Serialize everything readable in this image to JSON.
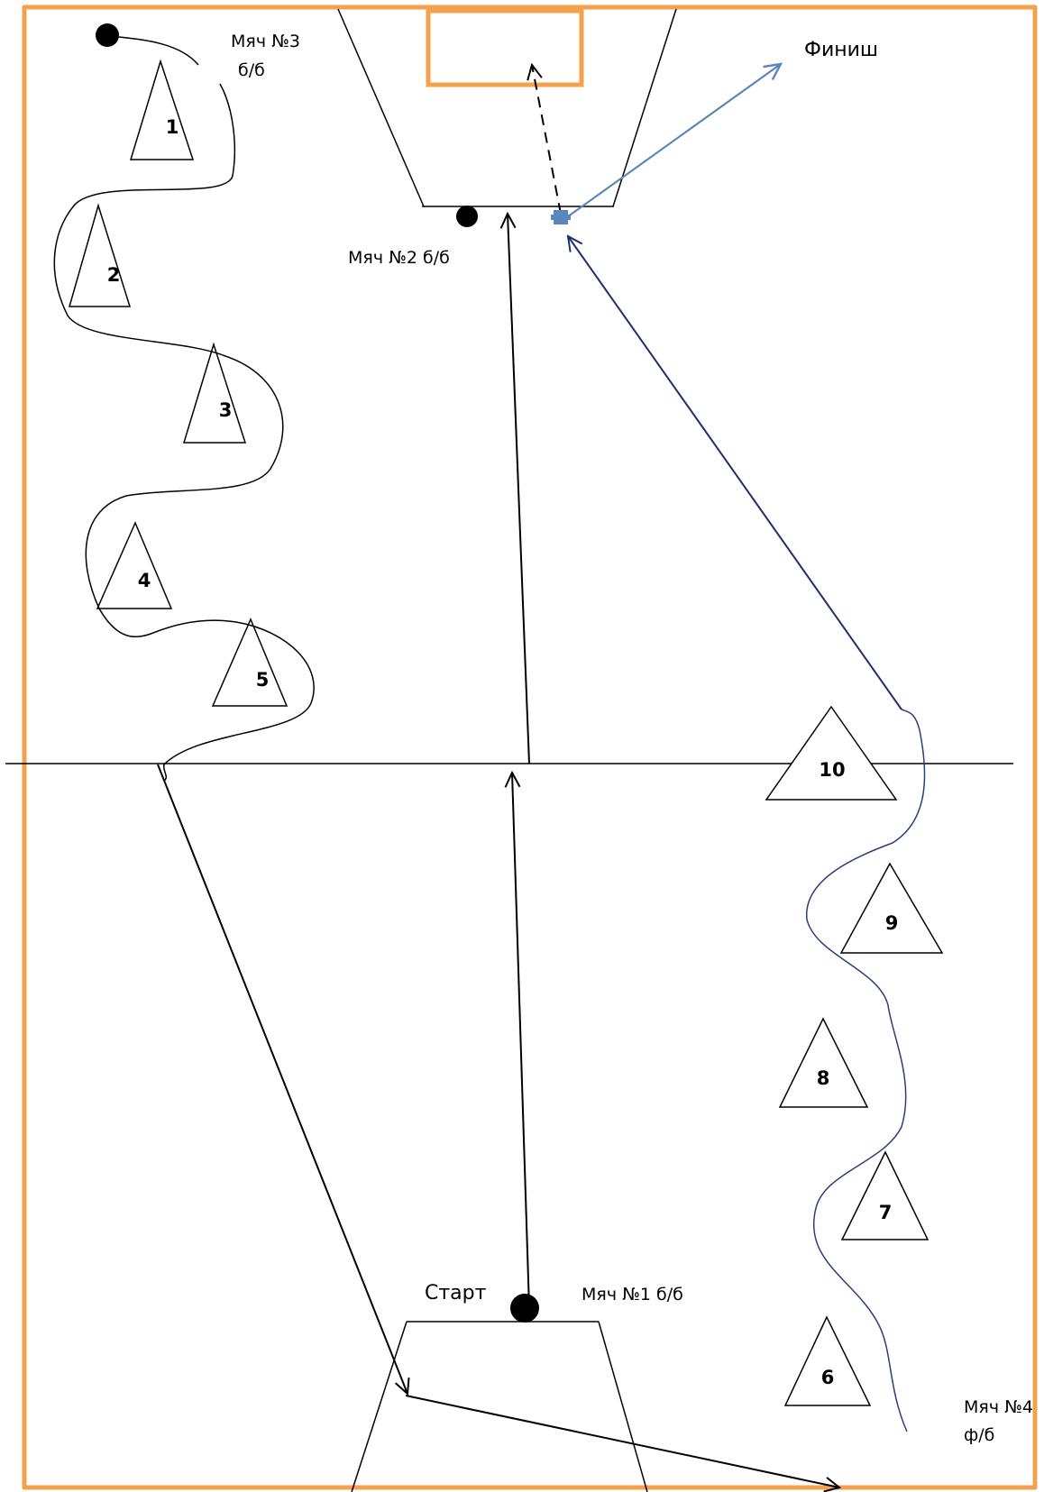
{
  "labels": {
    "start": "Старт",
    "finish": "Финиш",
    "ball1": "Мяч №1 б/б",
    "ball2": "Мяч №2 б/б",
    "ball3_line1": "Мяч №3",
    "ball3_line2": "б/б",
    "ball4_line1": "Мяч №4",
    "ball4_line2": "ф/б"
  },
  "cones": [
    {
      "number": "1"
    },
    {
      "number": "2"
    },
    {
      "number": "3"
    },
    {
      "number": "4"
    },
    {
      "number": "5"
    },
    {
      "number": "6"
    },
    {
      "number": "7"
    },
    {
      "number": "8"
    },
    {
      "number": "9"
    },
    {
      "number": "10"
    }
  ],
  "colors": {
    "court": "#f4a04c",
    "line": "#000000",
    "dark_blue": "#1c2f6e",
    "light_blue": "#5b86bd",
    "dribble_blue": "#2a3f7a"
  }
}
